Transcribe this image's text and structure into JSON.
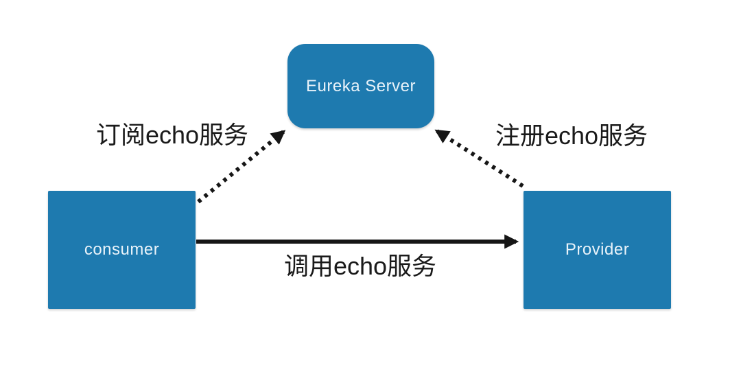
{
  "diagram": {
    "nodes": {
      "eureka": {
        "label": "Eureka Server"
      },
      "consumer": {
        "label": "consumer"
      },
      "provider": {
        "label": "Provider"
      }
    },
    "edges": {
      "subscribe": {
        "label": "订阅echo服务",
        "from": "consumer",
        "to": "eureka",
        "line_style": "dotted"
      },
      "register": {
        "label": "注册echo服务",
        "from": "provider",
        "to": "eureka",
        "line_style": "dotted"
      },
      "invoke": {
        "label": "调用echo服务",
        "from": "consumer",
        "to": "provider",
        "line_style": "solid"
      }
    },
    "colors": {
      "node_fill": "#1e7aaf",
      "node_text": "#e9f3fa",
      "arrow": "#161616",
      "edge_label_text": "#1a1a1a",
      "background": "#ffffff"
    }
  }
}
